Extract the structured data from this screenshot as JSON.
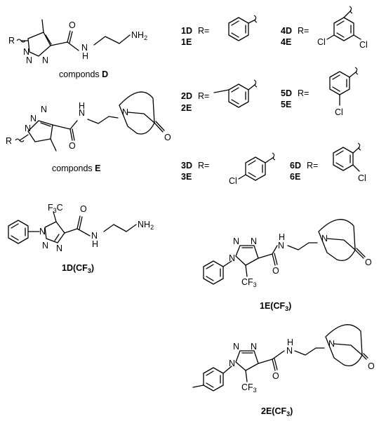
{
  "compound_D": {
    "r": "R",
    "n1": "N",
    "n2": "N",
    "n3": "N",
    "o": "O",
    "n_amide": "N",
    "h_amide": "H",
    "nh2_n": "NH",
    "nh2_sub": "2",
    "caption_prefix": "componds",
    "caption_letter": "D"
  },
  "compound_E": {
    "r": "R",
    "n1": "N",
    "n2": "N",
    "n3": "N",
    "o": "O",
    "n_amide": "N",
    "h_amide": "H",
    "n_bicyclic": "N",
    "o_ketone": "O",
    "caption_prefix": "componds",
    "caption_letter": "E"
  },
  "substituents": [
    {
      "d": "1D",
      "e": "1E",
      "eq": "R="
    },
    {
      "d": "2D",
      "e": "2E",
      "eq": "R="
    },
    {
      "d": "3D",
      "e": "3E",
      "eq": "R=",
      "cl": "Cl"
    },
    {
      "d": "4D",
      "e": "4E",
      "eq": "R=",
      "cl1": "Cl",
      "cl2": "Cl"
    },
    {
      "d": "5D",
      "e": "5E",
      "eq": "R=",
      "cl": "Cl"
    },
    {
      "d": "6D",
      "e": "6E",
      "eq": "R=",
      "cl": "Cl"
    }
  ],
  "compound_1D_CF3": {
    "cf3_f": "F",
    "cf3_sub3": "3",
    "cf3_c": "C",
    "n1": "N",
    "n2": "N",
    "n3": "N",
    "o": "O",
    "n_amide": "N",
    "h_amide": "H",
    "nh2_n": "NH",
    "nh2_sub": "2",
    "caption": "1D(CF",
    "caption_sub": "3",
    "caption_close": ")"
  },
  "compound_1E_CF3": {
    "n1": "N",
    "n2": "N",
    "n3": "N",
    "o": "O",
    "n_amide": "N",
    "h_amide": "H",
    "n_bicyclic": "N",
    "o_ketone": "O",
    "cf3": "CF",
    "cf3_sub": "3",
    "caption": "1E(CF",
    "caption_sub": "3",
    "caption_close": ")"
  },
  "compound_2E_CF3": {
    "n1": "N",
    "n2": "N",
    "n3": "N",
    "o": "O",
    "n_amide": "N",
    "h_amide": "H",
    "n_bicyclic": "N",
    "o_ketone": "O",
    "cf3": "CF",
    "cf3_sub": "3",
    "caption": "2E(CF",
    "caption_sub": "3",
    "caption_close": ")"
  }
}
